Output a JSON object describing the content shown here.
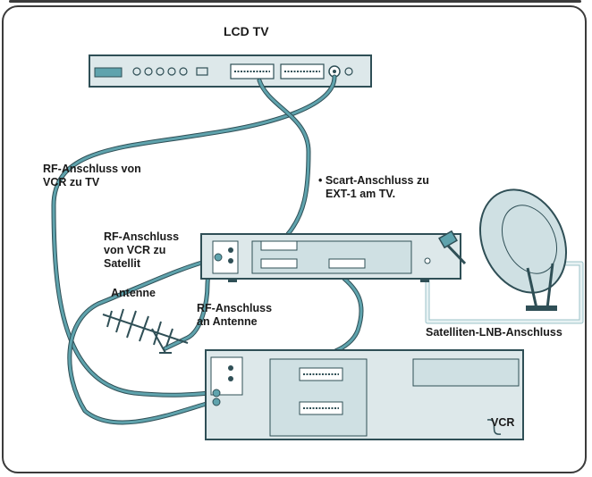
{
  "labels": {
    "lcd_tv": "LCD TV",
    "rf_vcr_tv_1": "RF-Anschluss von",
    "rf_vcr_tv_2": "VCR zu TV",
    "scart_1": "• Scart-Anschluss zu",
    "scart_2": "EXT-1 am TV.",
    "rf_vcr_sat_1": "RF-Anschluss",
    "rf_vcr_sat_2": "von VCR zu",
    "rf_vcr_sat_3": "Satellit",
    "antenne": "Antenne",
    "rf_ant_1": "RF-Anschluss",
    "rf_ant_2": "an Antenne",
    "sat_lnb": "Satelliten-LNB-Anschluss",
    "vcr": "VCR"
  },
  "colors": {
    "device_fill": "#dde8ea",
    "device_stroke": "#2f4f56",
    "cable": "#5fa3ad",
    "cable_dark": "#3b7f89",
    "light_cable": "#cfe5e8"
  }
}
